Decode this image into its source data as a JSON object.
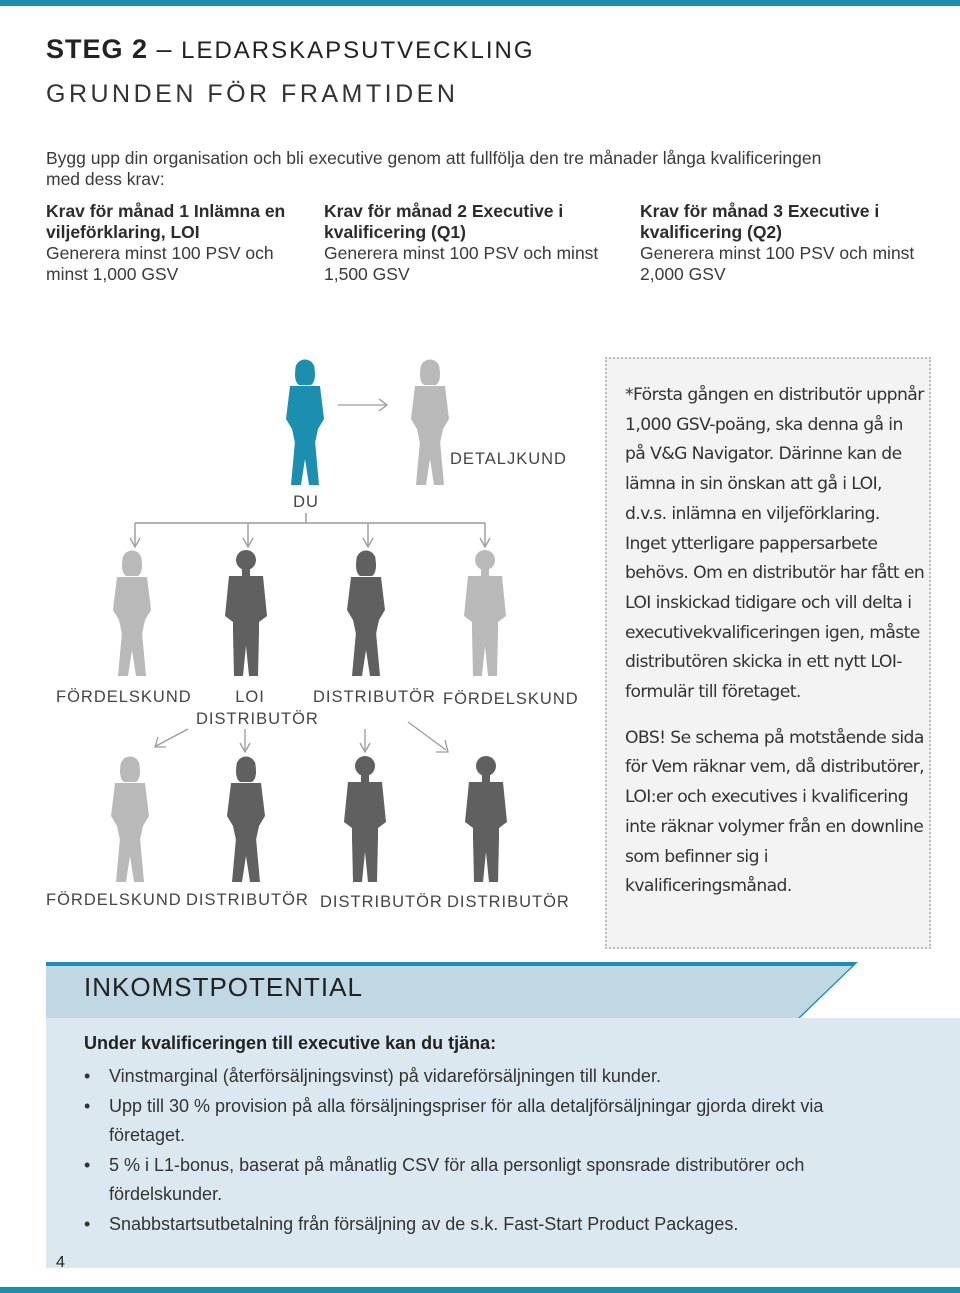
{
  "header": {
    "step": "STEG 2",
    "dash": "–",
    "step_title": "LEDARSKAPSUTVECKLING",
    "subtitle": "GRUNDEN FÖR FRAMTIDEN"
  },
  "intro": "Bygg upp din organisation och bli executive genom att fullfölja den tre månader långa kvalificeringen med dess krav:",
  "requirements": [
    {
      "heading": "Krav för månad 1 Inlämna en viljeförklaring, LOI",
      "text": "Generera minst 100 PSV och minst 1,000 GSV"
    },
    {
      "heading": "Krav för månad 2 Executive i kvalificering (Q1)",
      "text": "Generera minst 100 PSV och minst 1,500 GSV"
    },
    {
      "heading": "Krav för månad 3 Executive i kvalificering (Q2)",
      "text": "Generera minst 100 PSV och minst 2,000 GSV"
    }
  ],
  "diagram": {
    "du": "DU",
    "detaljkund": "DETALJKUND",
    "row1": [
      "FÖRDELSKUND",
      "LOI",
      "DISTRIBUTÖR",
      "DISTRIBUTÖR",
      "FÖRDELSKUND"
    ],
    "row2": [
      "FÖRDELSKUND",
      "DISTRIBUTÖR",
      "DISTRIBUTÖR",
      "DISTRIBUTÖR"
    ]
  },
  "note": {
    "p1": "*Första gången en distributör uppnår 1,000 GSV-poäng, ska denna gå in på V&G Navigator. Därinne kan de lämna in sin önskan att gå i LOI, d.v.s. inlämna en viljeförklaring. Inget ytterligare pappersarbete behövs. Om en distributör har fått en LOI inskickad tidigare och vill delta i executivekvalificeringen igen, måste distributören skicka in ett nytt LOI-formulär till företaget.",
    "p2": "OBS! Se schema på motstående sida för Vem räknar vem, då distributörer, LOI:er och executives i kvalificering inte räknar volymer från en downline som befinner sig i kvalificeringsmånad."
  },
  "income": {
    "title": "INKOMSTPOTENTIAL",
    "heading": "Under kvalificeringen till executive kan du tjäna:",
    "bullet_symbol": "•",
    "items": [
      "Vinstmarginal (återförsäljningsvinst) på vidareförsäljningen till kunder.",
      "Upp till 30 % provision på alla försäljningspriser för alla detaljförsäljningar gjorda direkt via företaget.",
      "5 % i L1-bonus, baserat på månatlig CSV för alla personligt sponsrade distributörer och fördelskunder.",
      "Snabbstartsutbetalning från försäljning av de s.k. Fast-Start Product Packages."
    ]
  },
  "page_number": "4",
  "colors": {
    "accent": "#1c8fb1",
    "panel": "#dce8ef",
    "dark_figure": "#606060",
    "light_figure": "#b9b9b9"
  }
}
